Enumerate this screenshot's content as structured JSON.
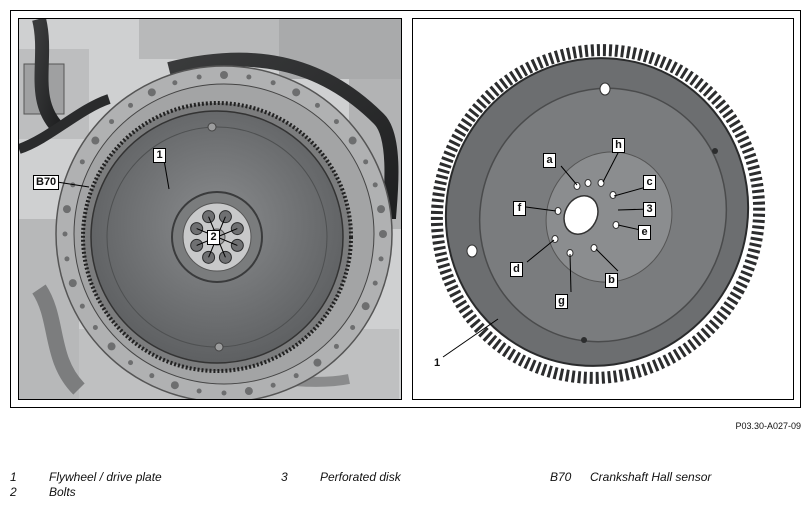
{
  "figure_id": "P03.30-A027-09",
  "left_callouts": {
    "flywheel": "1",
    "bolts": "2",
    "sensor": "B70"
  },
  "right_callouts": {
    "a": "a",
    "b": "b",
    "c": "c",
    "d": "d",
    "e": "e",
    "f": "f",
    "g": "g",
    "h": "h",
    "disk": "3",
    "plate": "1"
  },
  "legend": [
    {
      "num": "1",
      "text": "Flywheel / drive plate"
    },
    {
      "num": "2",
      "text": "Bolts"
    },
    {
      "num": "3",
      "text": "Perforated disk"
    },
    {
      "num": "B70",
      "text": "Crankshaft Hall sensor"
    }
  ]
}
